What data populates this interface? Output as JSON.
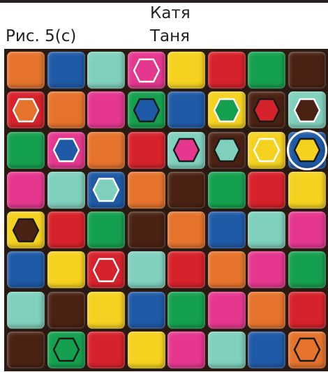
{
  "labels": {
    "player_top": "Катя",
    "player_bottom": "Таня",
    "figure": "Рис. 5(с)"
  },
  "colors": {
    "orange": "#e5732c",
    "blue": "#1f5aa6",
    "teal": "#7fd0bd",
    "pink": "#e6378f",
    "yellow": "#f5d21f",
    "red": "#d6222b",
    "green": "#15a04f",
    "brown": "#4a2214"
  },
  "board": {
    "rows": 8,
    "cols": 8,
    "tiles": [
      [
        "orange",
        "blue",
        "teal",
        "pink",
        "yellow",
        "red",
        "green",
        "brown"
      ],
      [
        "red",
        "orange",
        "pink",
        "green",
        "blue",
        "yellow",
        "brown",
        "teal"
      ],
      [
        "green",
        "pink",
        "orange",
        "red",
        "teal",
        "brown",
        "yellow",
        "blue"
      ],
      [
        "pink",
        "teal",
        "blue",
        "orange",
        "brown",
        "green",
        "red",
        "yellow"
      ],
      [
        "yellow",
        "red",
        "green",
        "brown",
        "orange",
        "blue",
        "teal",
        "pink"
      ],
      [
        "blue",
        "yellow",
        "red",
        "teal",
        "red",
        "orange",
        "pink",
        "green"
      ],
      [
        "teal",
        "brown",
        "yellow",
        "blue",
        "green",
        "pink",
        "orange",
        "red"
      ],
      [
        "brown",
        "green",
        "red",
        "yellow",
        "pink",
        "teal",
        "blue",
        "orange"
      ]
    ],
    "tokens": [
      {
        "row": 0,
        "col": 3,
        "color": "pink",
        "stroke": "white",
        "selected": false
      },
      {
        "row": 1,
        "col": 0,
        "color": "orange",
        "stroke": "white",
        "selected": false
      },
      {
        "row": 1,
        "col": 3,
        "color": "blue",
        "stroke": "black",
        "selected": false
      },
      {
        "row": 1,
        "col": 5,
        "color": "green",
        "stroke": "white",
        "selected": false
      },
      {
        "row": 1,
        "col": 6,
        "color": "red",
        "stroke": "black",
        "selected": false
      },
      {
        "row": 1,
        "col": 7,
        "color": "brown",
        "stroke": "white",
        "selected": false
      },
      {
        "row": 2,
        "col": 1,
        "color": "blue",
        "stroke": "white",
        "selected": false
      },
      {
        "row": 2,
        "col": 4,
        "color": "pink",
        "stroke": "black",
        "selected": false
      },
      {
        "row": 2,
        "col": 5,
        "color": "teal",
        "stroke": "black",
        "selected": false
      },
      {
        "row": 2,
        "col": 6,
        "color": "yellow",
        "stroke": "white",
        "selected": false
      },
      {
        "row": 2,
        "col": 7,
        "color": "yellow",
        "stroke": "black",
        "selected": true
      },
      {
        "row": 3,
        "col": 2,
        "color": "teal",
        "stroke": "white",
        "selected": false
      },
      {
        "row": 4,
        "col": 0,
        "color": "brown",
        "stroke": "black",
        "selected": false
      },
      {
        "row": 5,
        "col": 2,
        "color": "red",
        "stroke": "white",
        "selected": false
      },
      {
        "row": 7,
        "col": 1,
        "color": "green",
        "stroke": "black",
        "selected": false
      },
      {
        "row": 7,
        "col": 7,
        "color": "orange",
        "stroke": "black",
        "selected": false
      }
    ]
  }
}
